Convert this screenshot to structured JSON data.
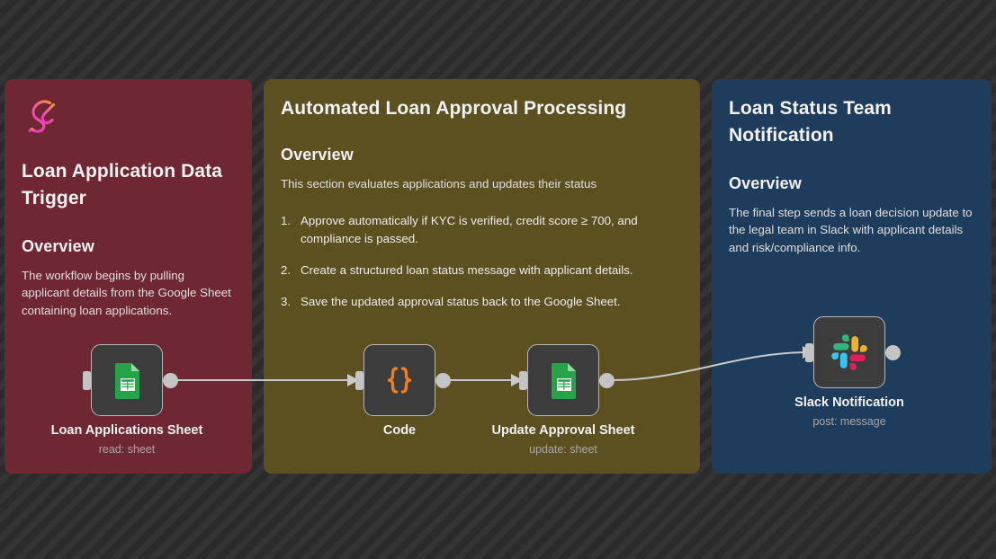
{
  "groups": [
    {
      "id": "trigger",
      "title": "Loan Application Data Trigger",
      "overview_heading": "Overview",
      "overview_body": "The workflow begins by pulling applicant details from the Google Sheet containing loan applications.",
      "color": "#6e2733",
      "logo": "spline-s-logo"
    },
    {
      "id": "processing",
      "title": "Automated Loan Approval Processing",
      "overview_heading": "Overview",
      "overview_body": "This section evaluates applications and updates their status",
      "color": "#5c5020",
      "steps": [
        "Approve automatically if KYC is verified, credit score ≥ 700, and compliance is passed.",
        "Create a structured loan status message with applicant details.",
        "Save the updated approval status back to the Google Sheet."
      ]
    },
    {
      "id": "notification",
      "title": "Loan Status Team Notification",
      "overview_heading": "Overview",
      "overview_body": "The final step sends a loan decision update to the legal team in Slack with applicant details and risk/compliance info.",
      "color": "#1e3c5c"
    }
  ],
  "nodes": [
    {
      "id": "loan-applications-sheet",
      "label": "Loan Applications Sheet",
      "sublabel": "read: sheet",
      "icon": "google-sheets-icon"
    },
    {
      "id": "code",
      "label": "Code",
      "sublabel": "",
      "icon": "code-braces-icon"
    },
    {
      "id": "update-approval-sheet",
      "label": "Update Approval Sheet",
      "sublabel": "update: sheet",
      "icon": "google-sheets-icon"
    },
    {
      "id": "slack-notification",
      "label": "Slack Notification",
      "sublabel": "post: message",
      "icon": "slack-icon"
    }
  ],
  "colors": {
    "canvas_background": "#2e2e2e",
    "stripe": "#333333",
    "node_fill": "#3c3c3c",
    "node_border": "#b8b8b8",
    "edge": "#c9c9c9",
    "google_sheets_green": "#24a347",
    "code_orange": "#ef7e20",
    "slack_blue": "#36c5f0",
    "slack_green": "#2eb67d",
    "slack_yellow": "#ecb22e",
    "slack_red": "#e01e5a"
  }
}
